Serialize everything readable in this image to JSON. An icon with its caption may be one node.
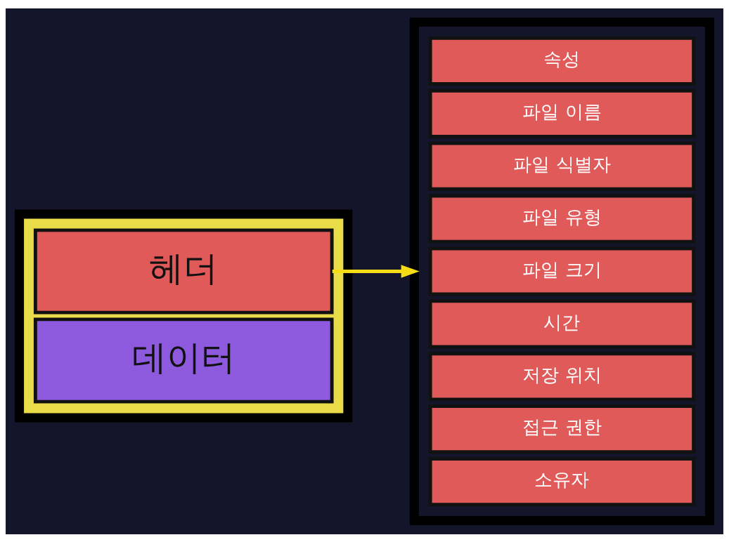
{
  "diagram": {
    "nodes": [
      {
        "text": [],
        "shape": "box"
      },
      {
        "text": [
          "헤더"
        ],
        "in": 0
      },
      {
        "text": [
          "데이터"
        ],
        "in": 0
      },
      {
        "text": [],
        "shape": "box"
      },
      {
        "text": [
          "속성"
        ],
        "in": 3
      },
      {
        "text": [
          "파일 이름"
        ],
        "in": 3
      },
      {
        "text": [
          "파일 식별자"
        ],
        "in": 3
      },
      {
        "text": [
          "파일 유형"
        ],
        "in": 3
      },
      {
        "text": [
          "파일 크기"
        ],
        "in": 3
      },
      {
        "text": [
          "시간"
        ],
        "in": 3
      },
      {
        "text": [
          "저장 위치"
        ],
        "in": 3
      },
      {
        "text": [
          "접근 권한"
        ],
        "in": 3
      },
      {
        "text": [
          "소유자"
        ],
        "in": 3
      }
    ],
    "edges": [
      {
        "from": 1,
        "to": 3,
        "arrow": "to",
        "color": "#f5dc14"
      }
    ]
  }
}
